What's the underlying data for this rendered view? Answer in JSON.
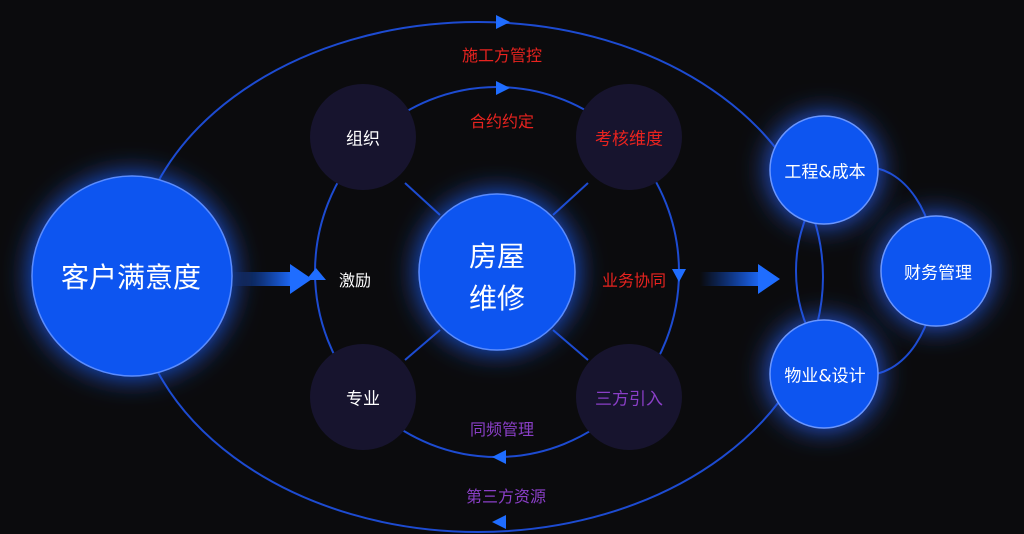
{
  "colors": {
    "background": "#0b0b0d",
    "blue_node": "#0a55f0",
    "dark_node": "#17142e",
    "line": "#1f4fd8",
    "red_text": "#e8231f",
    "purple_text": "#8a3fc7",
    "white_text": "#ffffff"
  },
  "nodes": {
    "customer": "客户满意度",
    "center_line1": "房屋",
    "center_line2": "维修",
    "organization": "组织",
    "assessment": "考核维度",
    "professional": "专业",
    "third_party": "三方引入",
    "engineering": "工程&成本",
    "finance": "财务管理",
    "property": "物业&设计"
  },
  "labels": {
    "contractor_control": "施工方管控",
    "contract": "合约约定",
    "incentive": "激励",
    "business_collab": "业务协同",
    "frequency_mgmt": "同频管理",
    "third_party_resources": "第三方资源"
  }
}
